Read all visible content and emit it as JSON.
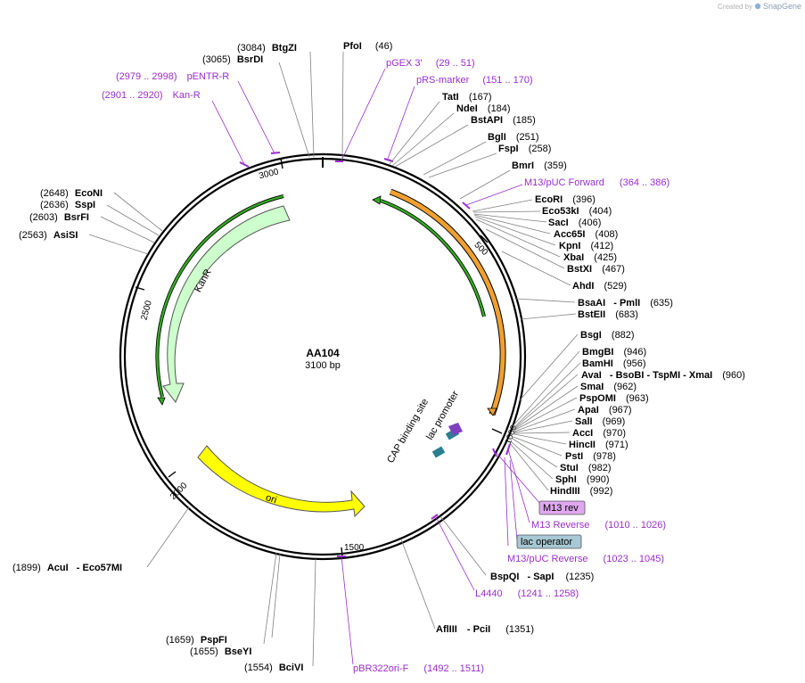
{
  "watermark": {
    "prefix": "Created by",
    "brand": "SnapGene"
  },
  "plasmid": {
    "name": "AA104",
    "size_label": "3100 bp"
  },
  "ticks": [
    "500",
    "1000",
    "1500",
    "2000",
    "2500",
    "3000"
  ],
  "features": {
    "kanr": "KanR",
    "ori": "ori",
    "cap_site": "CAP binding site",
    "lac_promoter": "lac promoter",
    "lac_operator": "lac operator",
    "m13_rev": "M13 rev"
  },
  "labels_right": [
    {
      "enzyme": "TatI",
      "pos": "(167)"
    },
    {
      "enzyme": "NdeI",
      "pos": "(184)"
    },
    {
      "enzyme": "BstAPI",
      "pos": "(185)"
    },
    {
      "enzyme": "BglI",
      "pos": "(251)"
    },
    {
      "enzyme": "FspI",
      "pos": "(258)"
    },
    {
      "enzyme": "BmrI",
      "pos": "(359)"
    },
    {
      "enzyme": "EcoRI",
      "pos": "(396)"
    },
    {
      "enzyme": "Eco53kI",
      "pos": "(404)"
    },
    {
      "enzyme": "SacI",
      "pos": "(406)"
    },
    {
      "enzyme": "Acc65I",
      "pos": "(408)"
    },
    {
      "enzyme": "KpnI",
      "pos": "(412)"
    },
    {
      "enzyme": "XbaI",
      "pos": "(425)"
    },
    {
      "enzyme": "BstXI",
      "pos": "(467)"
    },
    {
      "enzyme": "AhdI",
      "pos": "(529)"
    },
    {
      "enzyme": "BsaAI",
      "extra": "- PmlI",
      "pos": "(635)"
    },
    {
      "enzyme": "BstEII",
      "pos": "(683)"
    },
    {
      "enzyme": "BsgI",
      "pos": "(882)"
    },
    {
      "enzyme": "BmgBI",
      "pos": "(946)"
    },
    {
      "enzyme": "BamHI",
      "pos": "(956)"
    },
    {
      "enzyme": "AvaI",
      "extra": "- BsoBI - TspMI - XmaI",
      "pos": "(960)"
    },
    {
      "enzyme": "SmaI",
      "pos": "(962)"
    },
    {
      "enzyme": "PspOMI",
      "pos": "(963)"
    },
    {
      "enzyme": "ApaI",
      "pos": "(967)"
    },
    {
      "enzyme": "SalI",
      "pos": "(969)"
    },
    {
      "enzyme": "AccI",
      "pos": "(970)"
    },
    {
      "enzyme": "HincII",
      "pos": "(971)"
    },
    {
      "enzyme": "PstI",
      "pos": "(978)"
    },
    {
      "enzyme": "StuI",
      "pos": "(982)"
    },
    {
      "enzyme": "SphI",
      "pos": "(990)"
    },
    {
      "enzyme": "HindIII",
      "pos": "(992)"
    }
  ],
  "labels_top": [
    {
      "enzyme": "BtgZI",
      "pos": "(3084)"
    },
    {
      "enzyme": "BsrDI",
      "pos": "(3065)"
    },
    {
      "enzyme": "PfoI",
      "pos": "(46)"
    }
  ],
  "labels_left": [
    {
      "enzyme": "EcoNI",
      "pos": "(2648)"
    },
    {
      "enzyme": "SspI",
      "pos": "(2636)"
    },
    {
      "enzyme": "BsrFI",
      "pos": "(2603)"
    },
    {
      "enzyme": "AsiSI",
      "pos": "(2563)"
    }
  ],
  "labels_bottom": [
    {
      "enzyme": "BspQI",
      "extra": "- SapI",
      "pos": "(1235)"
    },
    {
      "enzyme": "AflIII",
      "extra": "- PciI",
      "pos": "(1351)"
    },
    {
      "enzyme": "AcuI",
      "extra": "- Eco57MI",
      "pos": "(1899)"
    },
    {
      "enzyme": "PspFI",
      "pos": "(1659)"
    },
    {
      "enzyme": "BseYI",
      "pos": "(1655)"
    },
    {
      "enzyme": "BciVI",
      "pos": "(1554)"
    }
  ],
  "primers": [
    {
      "name": "pGEX 3'",
      "range": "(29 .. 51)"
    },
    {
      "name": "pRS-marker",
      "range": "(151 .. 170)"
    },
    {
      "name": "pENTR-R",
      "range": "(2979 .. 2998)"
    },
    {
      "name": "Kan-R",
      "range": "(2901 .. 2920)"
    },
    {
      "name": "M13/pUC Forward",
      "range": "(364 .. 386)"
    },
    {
      "name": "M13 Reverse",
      "range": "(1010 .. 1026)"
    },
    {
      "name": "M13/pUC Reverse",
      "range": "(1023 .. 1045)"
    },
    {
      "name": "L4440",
      "range": "(1241 .. 1258)"
    },
    {
      "name": "pBR322ori-F",
      "range": "(1492 .. 1511)"
    }
  ],
  "colors": {
    "kanr_fill": "#ccffcc",
    "ori_fill": "#ffff00",
    "primer": "#9a2ecf",
    "orf_orange": "#f0a030",
    "orf_green": "#33aa22",
    "lac_operator_fill": "#a7c8d4",
    "m13_rev_fill": "#e0a8f0",
    "cap_fill": "#2a7e8f",
    "promoter_fill": "#7f3fbf"
  }
}
